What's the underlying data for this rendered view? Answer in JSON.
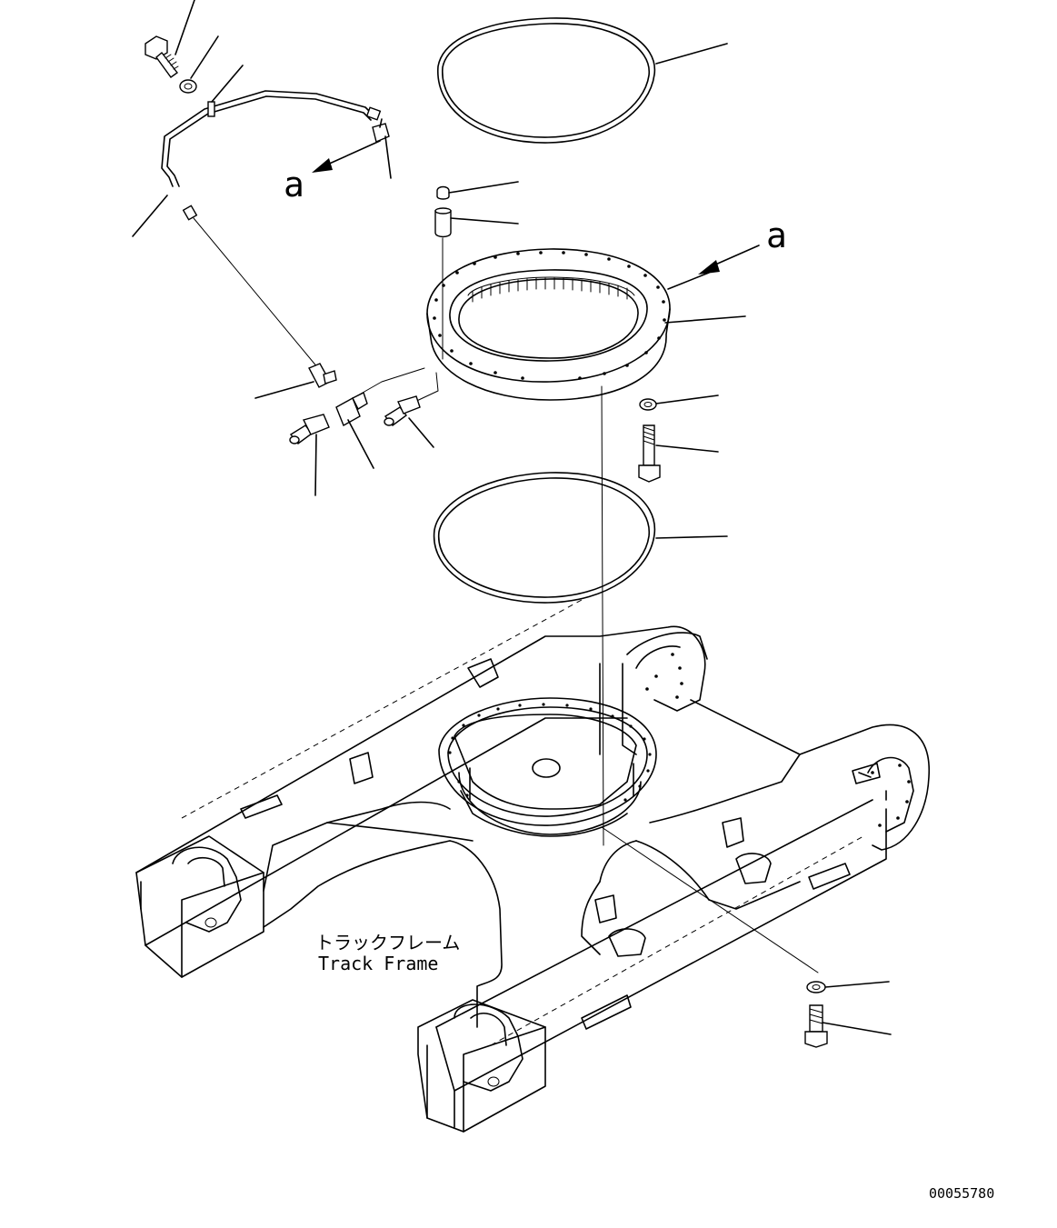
{
  "callouts": {
    "view_a_left": "a",
    "view_a_right": "a"
  },
  "track_frame": {
    "label_ja": "トラックフレーム",
    "label_en": "Track Frame"
  },
  "drawing_number": "00055780"
}
